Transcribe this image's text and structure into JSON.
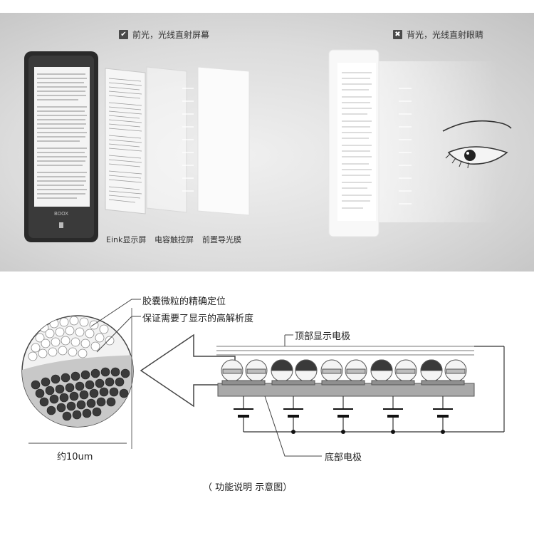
{
  "top": {
    "front_light_legend": {
      "mark": "✔",
      "text": "前光，光线直射屏幕"
    },
    "back_light_legend": {
      "mark": "✖",
      "text": "背光，光线直射眼睛"
    },
    "device_brand": "BOOX",
    "layers": [
      "Eink显示屏",
      "电容触控屏",
      "前置导光膜"
    ],
    "reader_title": "Onyx International Inc."
  },
  "bottom": {
    "capsule_label_1": "胶囊微粒的精确定位",
    "capsule_label_2": "保证需要了显示的高解析度",
    "top_electrode": "顶部显示电极",
    "bottom_electrode": "底部电极",
    "scale": "约10um",
    "caption": "（ 功能说明 示意图）"
  },
  "colors": {
    "panel_bg": "#d6d6d6",
    "device_frame": "#2a2a2a",
    "particle_dark": "#3a3a3a",
    "glow": "#ffffff"
  }
}
